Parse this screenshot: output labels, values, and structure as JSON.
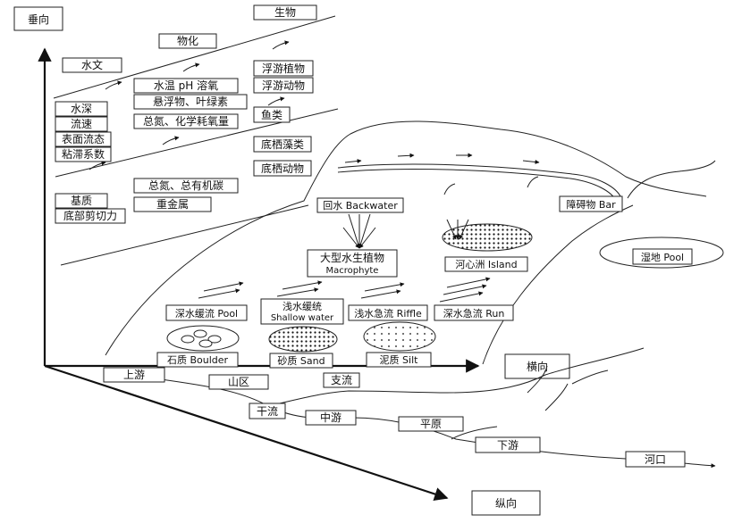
{
  "axes": {
    "vertical": "垂向",
    "lateral": "横向",
    "longitudinal": "纵向"
  },
  "categories": {
    "biology": "生物",
    "chemistry": "物化",
    "hydrology": "水文"
  },
  "hydrology_params": [
    "水深",
    "流速",
    "表面流态",
    "粘滞系数"
  ],
  "substrate_params": [
    "基质",
    "底部剪切力"
  ],
  "chemistry_params": [
    "水温 pH 溶氧",
    "悬浮物、叶绿素",
    "总氮、化学耗氧量",
    "总氮、总有机碳",
    "重金属"
  ],
  "biology_params": [
    "浮游植物",
    "浮游动物",
    "鱼类",
    "底栖藻类",
    "底栖动物"
  ],
  "habitats": {
    "backwater": "回水 Backwater",
    "macrophyte_cn": "大型水生植物",
    "macrophyte_en": "Macrophyte",
    "island": "河心洲 Island",
    "bar": "障碍物 Bar",
    "wetland": "湿地 Pool",
    "pool": "深水缓流 Pool",
    "shallow_cn": "浅水缓统",
    "shallow_en": "Shallow water",
    "riffle": "浅水急流 Riffle",
    "run": "深水急流 Run",
    "boulder": "石质 Boulder",
    "sand": "砂质 Sand",
    "silt": "泥质 Silt"
  },
  "longitudinal_zones": {
    "upstream": "上游",
    "mountain": "山区",
    "tributary": "支流",
    "mainstream": "干流",
    "midstream": "中游",
    "plain": "平原",
    "downstream": "下游",
    "estuary": "河口"
  }
}
